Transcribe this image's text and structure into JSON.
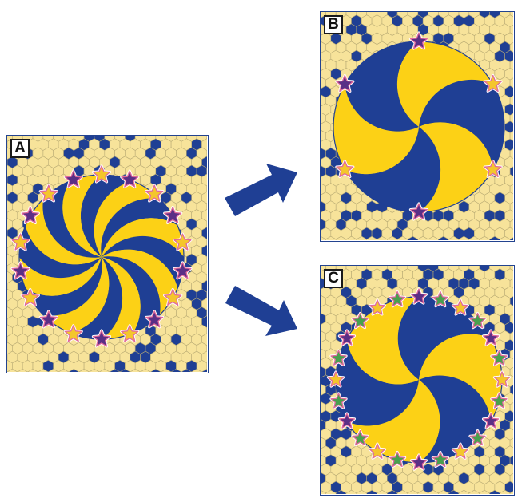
{
  "panels": [
    {
      "id": "a",
      "label": "A",
      "blades": 16,
      "stars": [
        "y",
        "p",
        "y",
        "p",
        "y",
        "p",
        "y",
        "p",
        "y",
        "p",
        "y",
        "p",
        "y",
        "p",
        "y",
        "p",
        "y",
        "p"
      ]
    },
    {
      "id": "b",
      "label": "B",
      "blades": 6,
      "stars": [
        "p",
        "y",
        "y",
        "p",
        "y",
        "p"
      ]
    },
    {
      "id": "c",
      "label": "C",
      "blades": 6,
      "stars": [
        "p",
        "g",
        "y",
        "g",
        "p",
        "g",
        "y",
        "g",
        "p",
        "g",
        "y",
        "g",
        "p",
        "g",
        "y",
        "g",
        "p",
        "g",
        "y",
        "g",
        "p",
        "g",
        "y",
        "g"
      ]
    }
  ],
  "colors": {
    "blue": "#1f3f94",
    "yellow": "#fcd116",
    "hex_fill": "#f7e39a",
    "hex_stroke": "#b9ab74",
    "border": "#23438f",
    "star_purple": "#5a2f86",
    "star_yellow": "#f4c62c",
    "star_green": "#49a04e",
    "star_outline": "#e16a9b"
  },
  "arrows": [
    {
      "name": "arrow-to-b",
      "from": "A",
      "to": "B"
    },
    {
      "name": "arrow-to-c",
      "from": "A",
      "to": "C"
    }
  ]
}
